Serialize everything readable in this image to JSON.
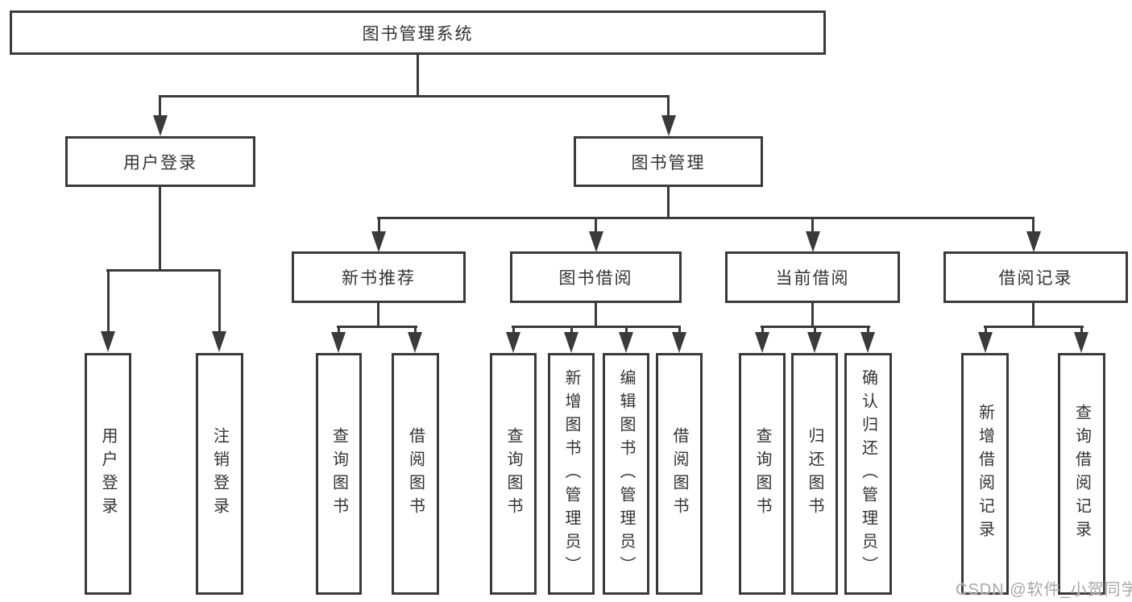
{
  "diagram": {
    "type": "tree",
    "tree": {
      "label": "图书管理系统",
      "children": [
        {
          "label": "用户登录",
          "children": [
            {
              "label": "用户登录"
            },
            {
              "label": "注销登录"
            }
          ]
        },
        {
          "label": "图书管理",
          "children": [
            {
              "label": "新书推荐",
              "children": [
                {
                  "label": "查询图书"
                },
                {
                  "label": "借阅图书"
                }
              ]
            },
            {
              "label": "图书借阅",
              "children": [
                {
                  "label": "查询图书"
                },
                {
                  "label": "新增图书（管理员）"
                },
                {
                  "label": "编辑图书（管理员）"
                },
                {
                  "label": "借阅图书"
                }
              ]
            },
            {
              "label": "当前借阅",
              "children": [
                {
                  "label": "查询图书"
                },
                {
                  "label": "归还图书"
                },
                {
                  "label": "确认归还（管理员）"
                }
              ]
            },
            {
              "label": "借阅记录",
              "children": [
                {
                  "label": "新增借阅记录"
                },
                {
                  "label": "查询借阅记录"
                }
              ]
            }
          ]
        }
      ]
    },
    "colors": {
      "line": "#3a3a3a",
      "text": "#333333",
      "background": "#ffffff",
      "watermark": "#a8a8a8"
    }
  },
  "watermark": {
    "text": "CSDN @软件_小贺同学"
  }
}
